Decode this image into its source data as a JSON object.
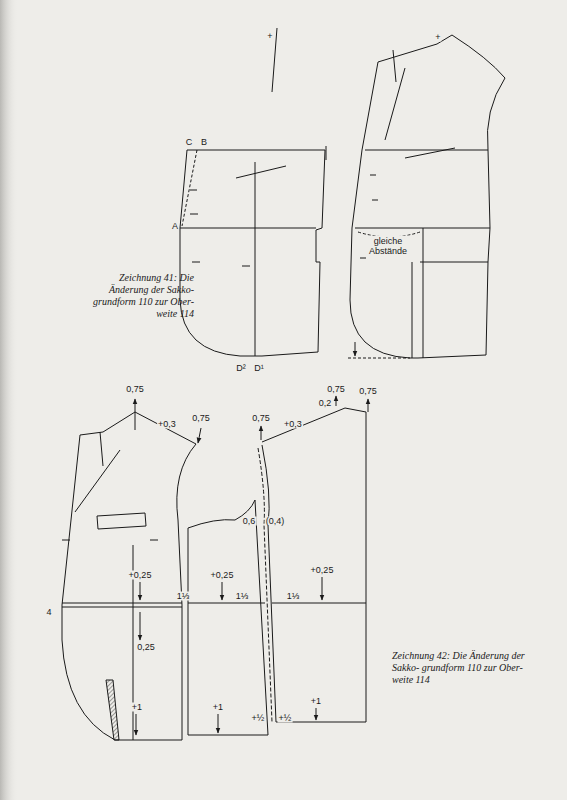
{
  "diagram": {
    "labels": [
      "Zeichnung 41: Die Änderung der Sakko- grundform 110 zur Ober- weite 114",
      "+",
      "+",
      "C",
      "B",
      "A",
      "D²",
      "D¹",
      "gleiche Abstände",
      "0,75",
      "+0,3",
      "0,75",
      "0,75",
      "+0,3",
      "0,2",
      "0,75",
      "0,75",
      "0,6",
      "(0,4)",
      "+0,25",
      "+0,25",
      "+0,25",
      "1⅓",
      "1⅓",
      "1⅓",
      "4",
      "0,25",
      "+1",
      "+1",
      "+½",
      "+½",
      "+1",
      "Zeichnung 42: Die Änderung der Sakko- grundform 110 zur Ober- weite 114"
    ]
  }
}
